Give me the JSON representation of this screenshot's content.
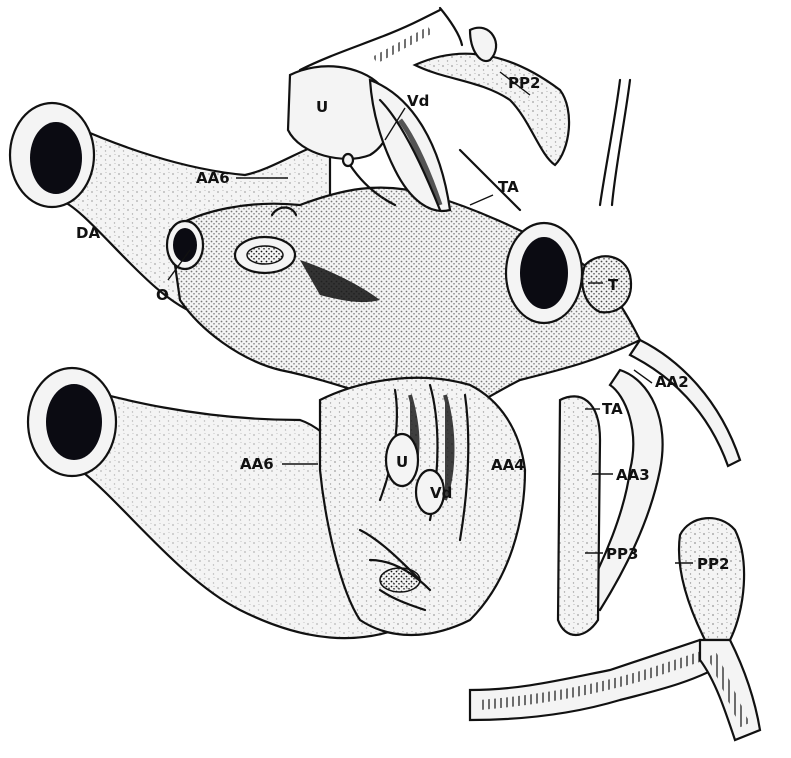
{
  "diagram": {
    "labels": {
      "pp2_top": "PP2",
      "u_top": "U",
      "vd_top": "Vd",
      "aa6_top": "AA6",
      "ta_top": "TA",
      "da": "DA",
      "o": "O",
      "t": "T",
      "aa2": "AA2",
      "ta_mid": "TA",
      "aa6_mid": "AA6",
      "u_mid": "U",
      "vd_mid": "Vd",
      "aa4": "AA4",
      "aa3": "AA3",
      "pp3": "PP3",
      "pp2_right": "PP2"
    }
  }
}
